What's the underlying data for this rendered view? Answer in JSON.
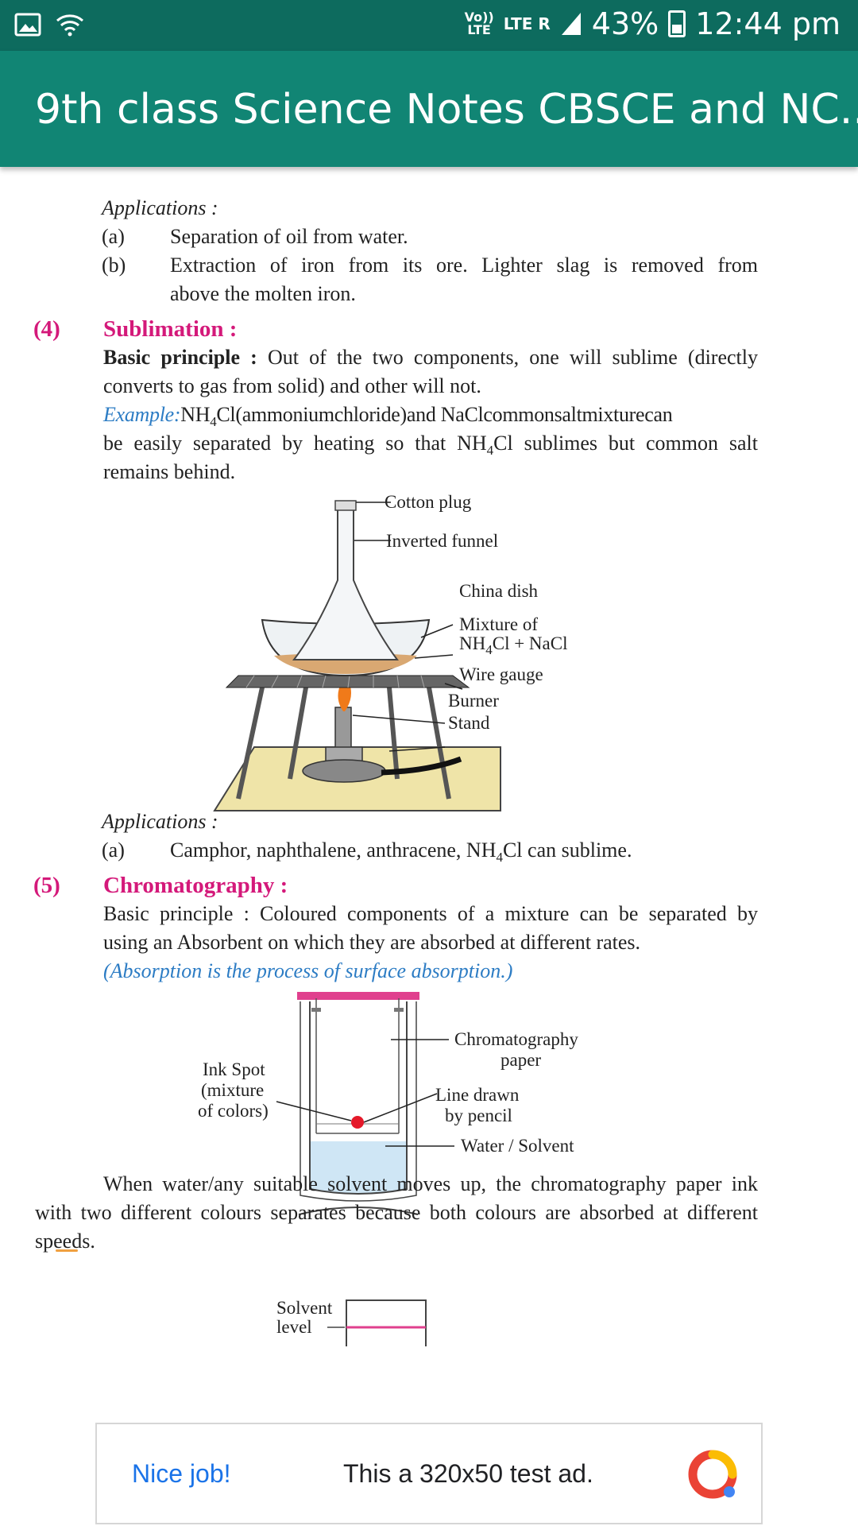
{
  "status_bar": {
    "volte_top": "Vo))",
    "volte_bottom": "LTE",
    "network": "LTE R",
    "battery": "43%",
    "time": "12:44 pm",
    "icons": [
      "image-icon",
      "wifi-icon",
      "signal-icon",
      "battery-icon"
    ]
  },
  "app_bar": {
    "title": "9th class Science Notes CBSCE and NC..."
  },
  "doc": {
    "applications_1": {
      "heading": "Applications :",
      "a_marker": "(a)",
      "a_text": "Separation of oil from water.",
      "b_marker": "(b)",
      "b_text_1": "Extraction of iron from its ore. Lighter slag is removed from",
      "b_text_2": "above the molten iron."
    },
    "sublimation": {
      "number": "(4)",
      "heading": "Sublimation :",
      "principle_label": "Basic principle :",
      "principle_text_1": " Out of the two components, one will sublime (directly",
      "principle_text_2": "converts to gas from solid) and other will not.",
      "example_label": "Example:",
      "example_1a": "NH",
      "example_1sub": "4",
      "example_1b": "Cl(ammoniumchloride)and NaClcommonsaltmixturecan",
      "example_2a": "be easily separated by heating so that NH",
      "example_2sub": "4",
      "example_2b": "Cl sublimes but common salt",
      "example_3": "remains behind."
    },
    "diagram1": {
      "cotton_plug": "Cotton plug",
      "inverted_funnel": "Inverted funnel",
      "china_dish": "China dish",
      "mixture_1": "Mixture of",
      "mixture_2a": "NH",
      "mixture_2sub": "4",
      "mixture_2b": "Cl + NaCl",
      "wire_gauge": "Wire gauge",
      "burner": "Burner",
      "stand": "Stand"
    },
    "applications_2": {
      "heading": "Applications :",
      "a_marker": "(a)",
      "a_text_1": "Camphor, naphthalene, anthracene, NH",
      "a_sub": "4",
      "a_text_2": "Cl can sublime."
    },
    "chromatography": {
      "number": "(5)",
      "heading": "Chromatography :",
      "text_1": "Basic principle : Coloured components of a mixture can be separated by",
      "text_2": "using an Absorbent on which they are absorbed at different rates.",
      "note": "(Absorption is the process of surface absorption.)"
    },
    "diagram2": {
      "chrom_paper_1": "Chromatography",
      "chrom_paper_2": "paper",
      "ink_spot_1": "Ink Spot",
      "ink_spot_2": "(mixture",
      "ink_spot_3": "of colors)",
      "line_drawn_1": "Line drawn",
      "line_drawn_2": "by pencil",
      "water_solvent": "Water / Solvent"
    },
    "closing_para": "When water/any suitable solvent moves up, the chromatography paper ink with two different colours separates because both colours are absorbed at different speeds.",
    "diagram3": {
      "solvent": "Solvent",
      "level": "level"
    }
  },
  "ad": {
    "cta": "Nice job!",
    "text": "This a 320x50 test ad.",
    "logo": "ad-logo-icon"
  },
  "colors": {
    "status_bar": "#0d6b5e",
    "app_bar": "#118574",
    "magenta": "#d4197a",
    "blue_italic": "#2c7cc4",
    "ad_cta": "#1a73e8"
  }
}
